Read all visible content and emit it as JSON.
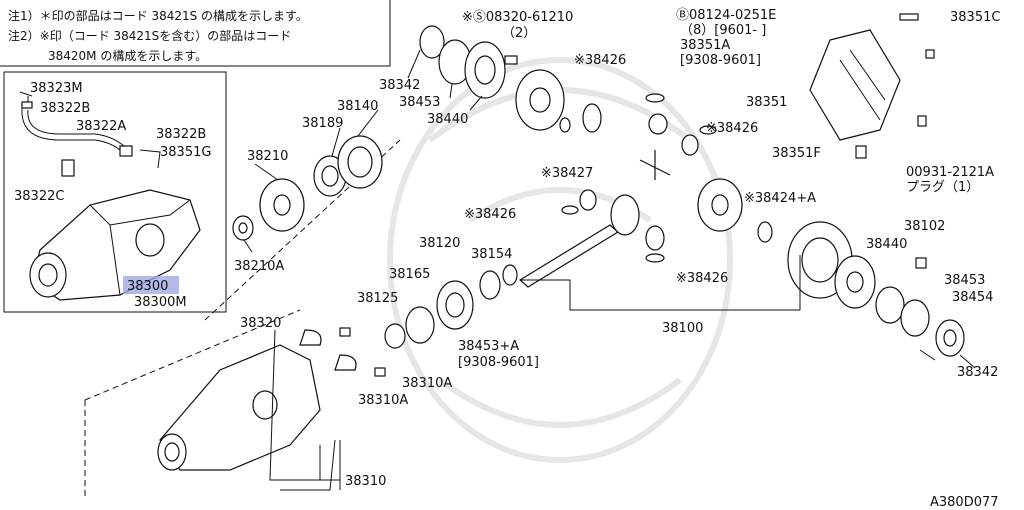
{
  "notes": [
    "注1）＊印の部品はコード 38421S の構成を示します。",
    "注2）※印（コード 38421Sを含む）の部品はコード",
    "38420M の構成を示します。"
  ],
  "diagram_id": "A380D077",
  "highlight_color": "#9aa3e0",
  "labels": {
    "p38323M": "38323M",
    "p38322B_1": "38322B",
    "p38322A": "38322A",
    "p38322B_2": "38322B",
    "p38351G": "38351G",
    "p38322C": "38322C",
    "p38300": "38300",
    "p38300M": "38300M",
    "p38342_1": "38342",
    "p38453_1": "38453",
    "p38440_1": "38440",
    "p38140": "38140",
    "p38189": "38189",
    "p38210": "38210",
    "p38210A": "38210A",
    "bolt_s": "※Ⓢ08320-61210",
    "bolt_s_qty": "（2）",
    "p38426_1": "※38426",
    "p38427": "※38427",
    "p38426_2": "※38426",
    "p38426_3": "※38426",
    "p38426_4": "※38426",
    "p38424A": "※38424+A",
    "bolt_b": "Ⓑ08124-0251E",
    "bolt_b_qty": "（8）[9601-      ]",
    "p38351A": "38351A",
    "p38351A_range": "[9308-9601]",
    "p38351C": "38351C",
    "p38351": "38351",
    "p38351F": "38351F",
    "plug_code": "00931-2121A",
    "plug_name": "プラグ（1）",
    "p38120": "38120",
    "p38154": "38154",
    "p38165": "38165",
    "p38125": "38125",
    "p38453A": "38453+A",
    "p38453A_range": "[9308-9601]",
    "p38100": "38100",
    "p38102": "38102",
    "p38440_2": "38440",
    "p38453_2": "38453",
    "p38454": "38454",
    "p38342_2": "38342",
    "p38320": "38320",
    "p38310A_1": "38310A",
    "p38310A_2": "38310A",
    "p38310": "38310"
  }
}
